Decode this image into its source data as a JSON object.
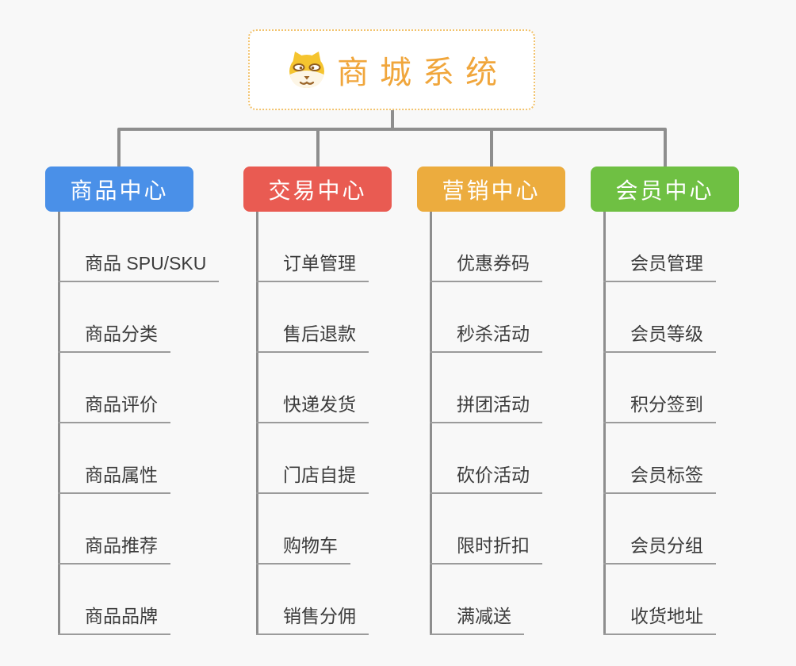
{
  "root": {
    "title": "商城系统",
    "icon": "shiba-dog-icon"
  },
  "branches": [
    {
      "label": "商品中心",
      "color": "#4A90E8",
      "children": [
        "商品 SPU/SKU",
        "商品分类",
        "商品评价",
        "商品属性",
        "商品推荐",
        "商品品牌"
      ]
    },
    {
      "label": "交易中心",
      "color": "#E95B52",
      "children": [
        "订单管理",
        "售后退款",
        "快递发货",
        "门店自提",
        "购物车",
        "销售分佣"
      ]
    },
    {
      "label": "营销中心",
      "color": "#ECAC3E",
      "children": [
        "优惠券码",
        "秒杀活动",
        "拼团活动",
        "砍价活动",
        "限时折扣",
        "满减送"
      ]
    },
    {
      "label": "会员中心",
      "color": "#6FC043",
      "children": [
        "会员管理",
        "会员等级",
        "积分签到",
        "会员标签",
        "会员分组",
        "收货地址"
      ]
    }
  ],
  "colors": {
    "background": "#F8F8F8",
    "connector": "#8E8E8E",
    "leaf_underline": "#9B9B9B",
    "leaf_text": "#3C3C3C",
    "root_border": "#F2C36E",
    "root_title": "#F0A63C",
    "branch_product": "#4A90E8",
    "branch_trade": "#E95B52",
    "branch_marketing": "#ECAC3E",
    "branch_member": "#6FC043"
  }
}
